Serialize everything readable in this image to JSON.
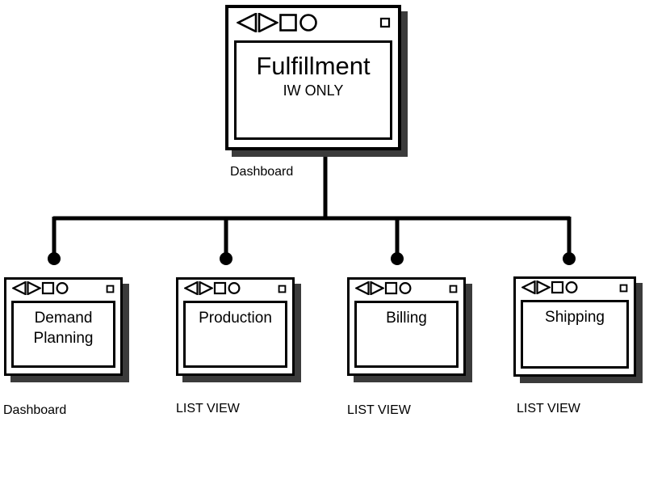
{
  "diagram": {
    "type": "site-map",
    "background": "#ffffff",
    "line_color": "#000000",
    "shadow_color": "#3b3b3b"
  },
  "titlebar_icons": [
    {
      "name": "back-triangle-icon",
      "shape": "triangle-left"
    },
    {
      "name": "forward-triangle-icon",
      "shape": "triangle-right"
    },
    {
      "name": "stop-square-icon",
      "shape": "square"
    },
    {
      "name": "record-circle-icon",
      "shape": "circle"
    },
    {
      "name": "maximize-square-icon",
      "shape": "small-square"
    }
  ],
  "root": {
    "title": "Fulfillment",
    "subtitle": "IW ONLY",
    "caption": "Dashboard"
  },
  "children": [
    {
      "title": "Demand\nPlanning",
      "caption": "Dashboard"
    },
    {
      "title": "Production",
      "caption": "LIST VIEW"
    },
    {
      "title": "Billing",
      "caption": "LIST VIEW"
    },
    {
      "title": "Shipping",
      "caption": "LIST VIEW"
    }
  ]
}
